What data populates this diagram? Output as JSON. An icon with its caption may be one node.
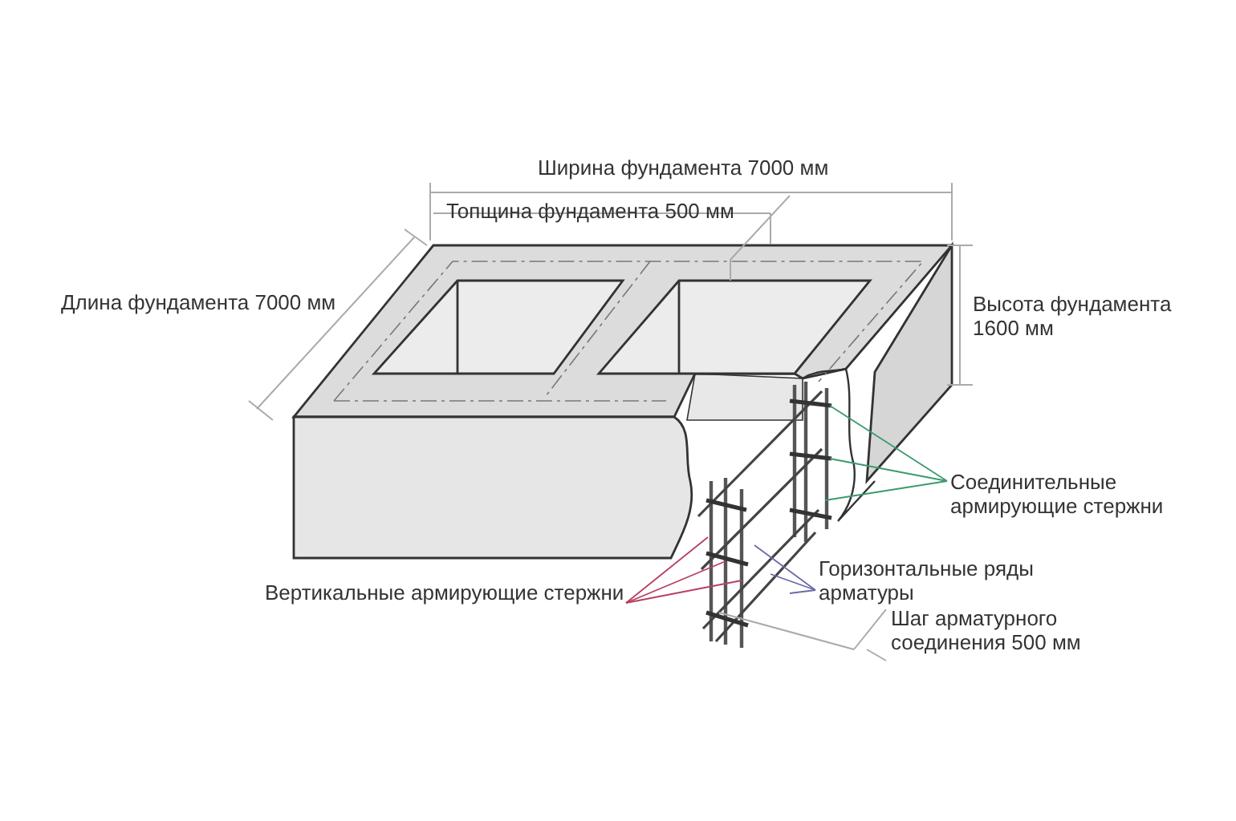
{
  "diagram": {
    "nodes": [
      {
        "text": [
          "Соединительные армирующие стержни"
        ]
      },
      {
        "text": [
          "Горизонтальные ряды арматуры"
        ]
      },
      {
        "text": [
          "Вертикальные армирующие стержни"
        ]
      }
    ],
    "edges": [
      {
        "from": 0,
        "to": null,
        "arrow": "none",
        "color": "#3c9a6e"
      },
      {
        "from": 0,
        "to": null,
        "arrow": "none",
        "color": "#3c9a6e"
      },
      {
        "from": 0,
        "to": null,
        "arrow": "none",
        "color": "#3c9a6e"
      },
      {
        "from": 1,
        "to": null,
        "arrow": "none",
        "color": "#6a6aa8"
      },
      {
        "from": 1,
        "to": null,
        "arrow": "none",
        "color": "#6a6aa8"
      },
      {
        "from": 1,
        "to": null,
        "arrow": "none",
        "color": "#6a6aa8"
      },
      {
        "from": 2,
        "to": null,
        "arrow": "none",
        "color": "#b84060"
      },
      {
        "from": 2,
        "to": null,
        "arrow": "none",
        "color": "#b84060"
      },
      {
        "from": 2,
        "to": null,
        "arrow": "none",
        "color": "#b84060"
      }
    ],
    "labels": [
      "Ширина фундамента 7000 мм",
      "Топщина фундамента 500 мм",
      "Длина фундамента 7000 мм",
      "Высота фундамента 1600 мм",
      "Шаг арматурного соединения 500 мм"
    ]
  }
}
